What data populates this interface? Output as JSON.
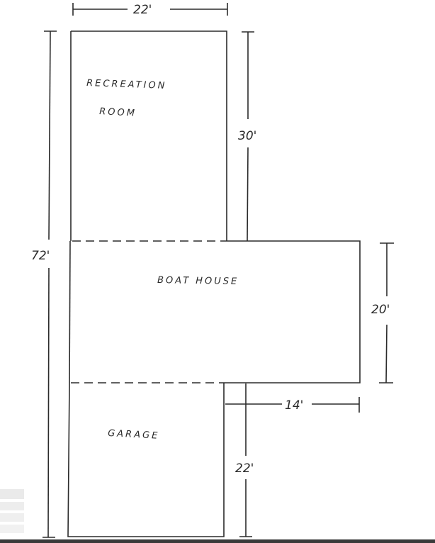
{
  "rooms": {
    "recreation": {
      "line1": "RECREATION",
      "line2": "ROOM"
    },
    "boathouse": {
      "label": "BOAT HOUSE"
    },
    "garage": {
      "label": "GARAGE"
    }
  },
  "dimensions": {
    "top_width": "22'",
    "overall_length": "72'",
    "recreation_depth": "30'",
    "boathouse_depth": "20'",
    "boathouse_extension": "14'",
    "garage_depth": "22'"
  },
  "colors": {
    "ink": "#2b2b2b",
    "paper": "#ffffff",
    "watermark": "#8a8a8a"
  }
}
